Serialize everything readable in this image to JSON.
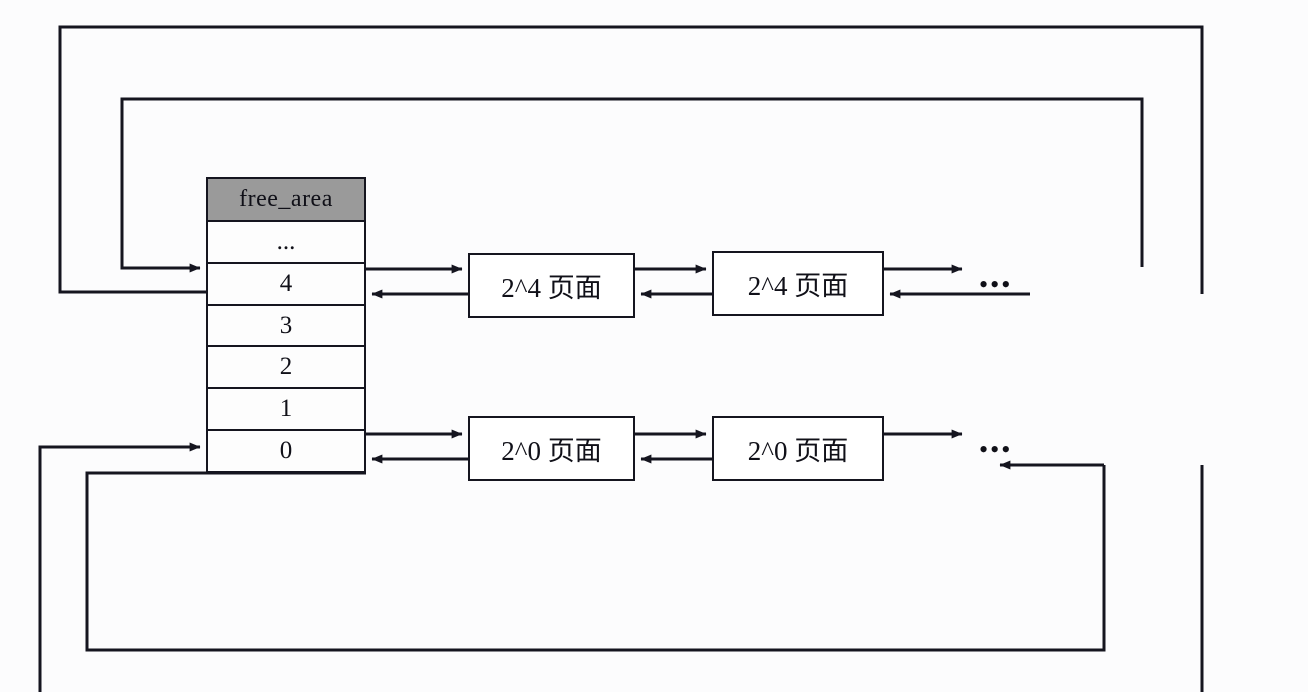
{
  "diagram": {
    "title": "free_area buddy allocator free lists",
    "colors": {
      "line": "#15151f",
      "header_fill": "#9a9a9a",
      "box_fill": "#ffffff",
      "page_bg": "#fcfcfd",
      "text": "#101018"
    },
    "free_area_table": {
      "header": "free_area",
      "rows": [
        {
          "label": "..."
        },
        {
          "label": "4"
        },
        {
          "label": "3"
        },
        {
          "label": "2"
        },
        {
          "label": "1"
        },
        {
          "label": "0"
        }
      ]
    },
    "lists": [
      {
        "order": "4",
        "nodes": [
          {
            "label": "2^4 页面"
          },
          {
            "label": "2^4 页面"
          }
        ],
        "tail_ellipsis": "•••"
      },
      {
        "order": "0",
        "nodes": [
          {
            "label": "2^0 页面"
          },
          {
            "label": "2^0 页面"
          }
        ],
        "tail_ellipsis": "•••"
      }
    ],
    "connections": {
      "forward_link": "next",
      "backward_link": "prev",
      "wrap_top_outer": "order-4 list tail wraps back to free_area[4]",
      "wrap_top_inner": "order-4 list tail wraps back to free_area[4]",
      "wrap_bottom_outer": "order-0 list tail wraps back to free_area[0]",
      "wrap_bottom_inner": "order-0 list tail wraps back to free_area[0]"
    }
  }
}
